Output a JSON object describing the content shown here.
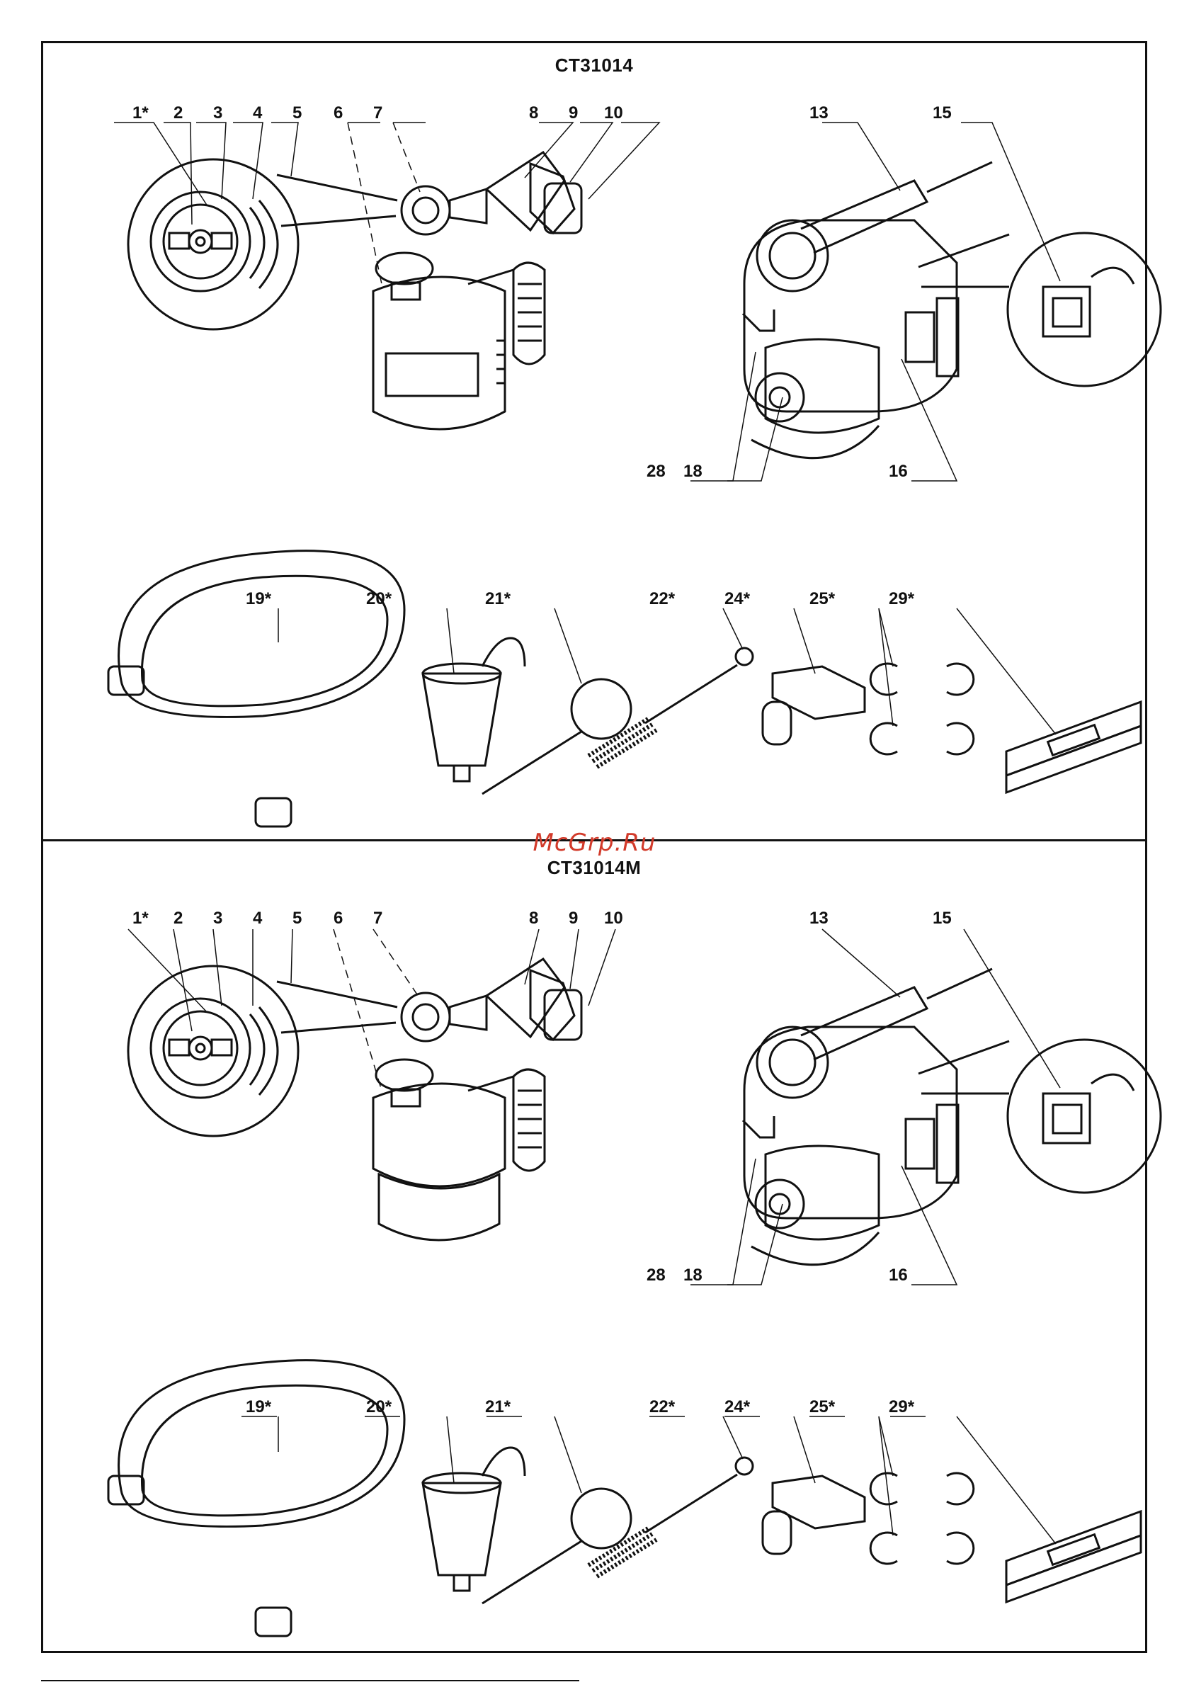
{
  "panels": [
    {
      "title": "CT31014",
      "labels": {
        "p1": "1*",
        "p2": "2",
        "p3": "3",
        "p4": "4",
        "p5": "5",
        "p6": "6",
        "p7": "7",
        "p8": "8",
        "p9": "9",
        "p10": "10",
        "p13": "13",
        "p15": "15",
        "p28": "28",
        "p18": "18",
        "p16": "16",
        "p19": "19*",
        "p20": "20*",
        "p21": "21*",
        "p22": "22*",
        "p24": "24*",
        "p25": "25*",
        "p29": "29*"
      }
    },
    {
      "title": "CT31014M",
      "labels": {
        "p1": "1*",
        "p2": "2",
        "p3": "3",
        "p4": "4",
        "p5": "5",
        "p6": "6",
        "p7": "7",
        "p8": "8",
        "p9": "9",
        "p10": "10",
        "p13": "13",
        "p15": "15",
        "p28": "28",
        "p18": "18",
        "p16": "16",
        "p19": "19*",
        "p20": "20*",
        "p21": "21*",
        "p22": "22*",
        "p24": "24*",
        "p25": "25*",
        "p29": "29*"
      }
    }
  ],
  "watermark": "McGrp.Ru",
  "colors": {
    "line": "#111111",
    "watermark": "#d23a2a"
  }
}
